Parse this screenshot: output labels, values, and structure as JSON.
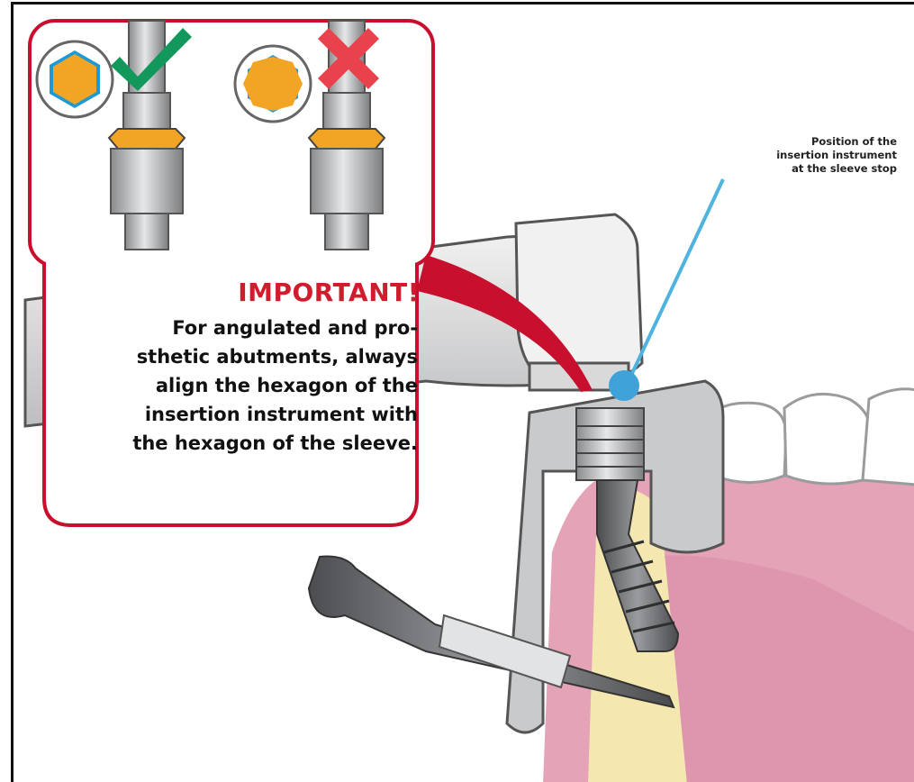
{
  "callout": {
    "heading": "IMPORTANT!",
    "body_lines": [
      "For angulated and pro-",
      "sthetic abutments, always",
      "align the hexagon of the",
      "insertion instrument with",
      "the hexagon of the sleeve."
    ],
    "correct_icon": "check-icon",
    "incorrect_icon": "cross-icon"
  },
  "annotation": {
    "lines": [
      "Position of the",
      "insertion instrument",
      "at the sleeve stop"
    ]
  },
  "colors": {
    "accent_red": "#d01d2e",
    "check_green": "#12985a",
    "cross_red": "#e8434d",
    "hex_orange": "#f2a524",
    "hex_blue": "#1d9ad6",
    "gum_pink": "#e4a3b6",
    "bone_yellow": "#f4e7b0",
    "metal_grey": "#b8b9bb"
  }
}
